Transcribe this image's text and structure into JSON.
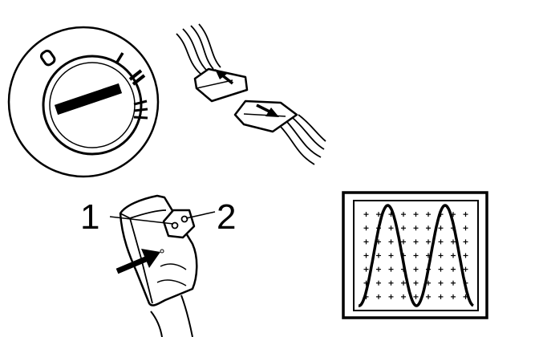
{
  "figure": {
    "ignition_switch": {
      "icons": [
        "key-icon"
      ],
      "positions": [
        "0",
        "I",
        "II",
        "III"
      ]
    },
    "connector": {
      "icons": [
        "arrow-up-icon",
        "arrow-down-icon"
      ]
    },
    "sensor": {
      "labels": {
        "pin1": "1",
        "pin2": "2"
      },
      "icons": [
        "pointer-arrow-icon"
      ]
    },
    "oscilloscope": {
      "waveform": "sine",
      "cycles": 2,
      "grid": true,
      "grid_markers": "plus"
    },
    "colors": {
      "ink": "#000000",
      "paper": "#ffffff",
      "screen": "#ffffff"
    }
  }
}
